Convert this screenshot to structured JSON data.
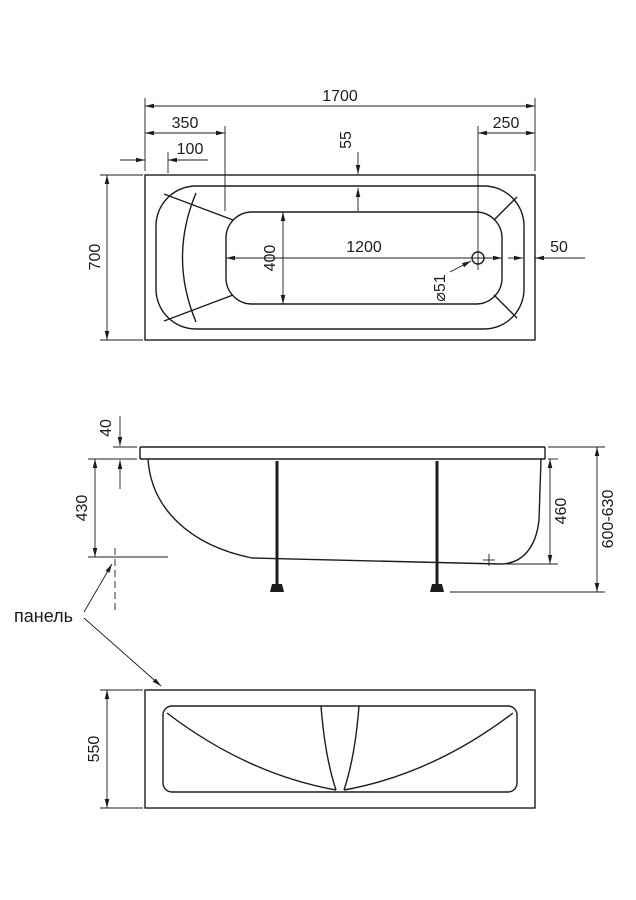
{
  "colors": {
    "line": "#1c1c1c",
    "background": "#ffffff"
  },
  "views": {
    "top": {
      "dims": {
        "total_length": "1700",
        "head_offset": "350",
        "overflow_offset": "100",
        "drain_offset": "250",
        "rim_top_width": "55",
        "total_width": "700",
        "bottom_width": "400",
        "bottom_length": "1200",
        "rim_side_width": "50",
        "drain_diameter": "⌀51"
      }
    },
    "side": {
      "dims": {
        "rim_thickness": "40",
        "depth_left": "430",
        "depth_right": "460",
        "overall_height": "600-630"
      },
      "panel_label": "панель"
    },
    "panel": {
      "dims": {
        "height": "550"
      }
    }
  }
}
